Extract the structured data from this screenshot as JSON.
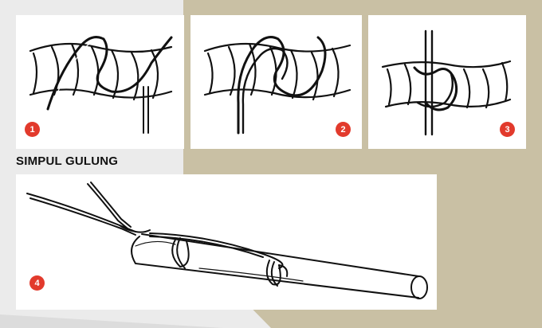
{
  "title": "SIMPUL GULUNG",
  "steps": [
    {
      "number": "1"
    },
    {
      "number": "2"
    },
    {
      "number": "3"
    },
    {
      "number": "4"
    }
  ],
  "colors": {
    "background": "#c9c0a4",
    "background_left": "#ebebeb",
    "badge": "#e23a2c",
    "panel": "#ffffff",
    "ink": "#111111"
  }
}
